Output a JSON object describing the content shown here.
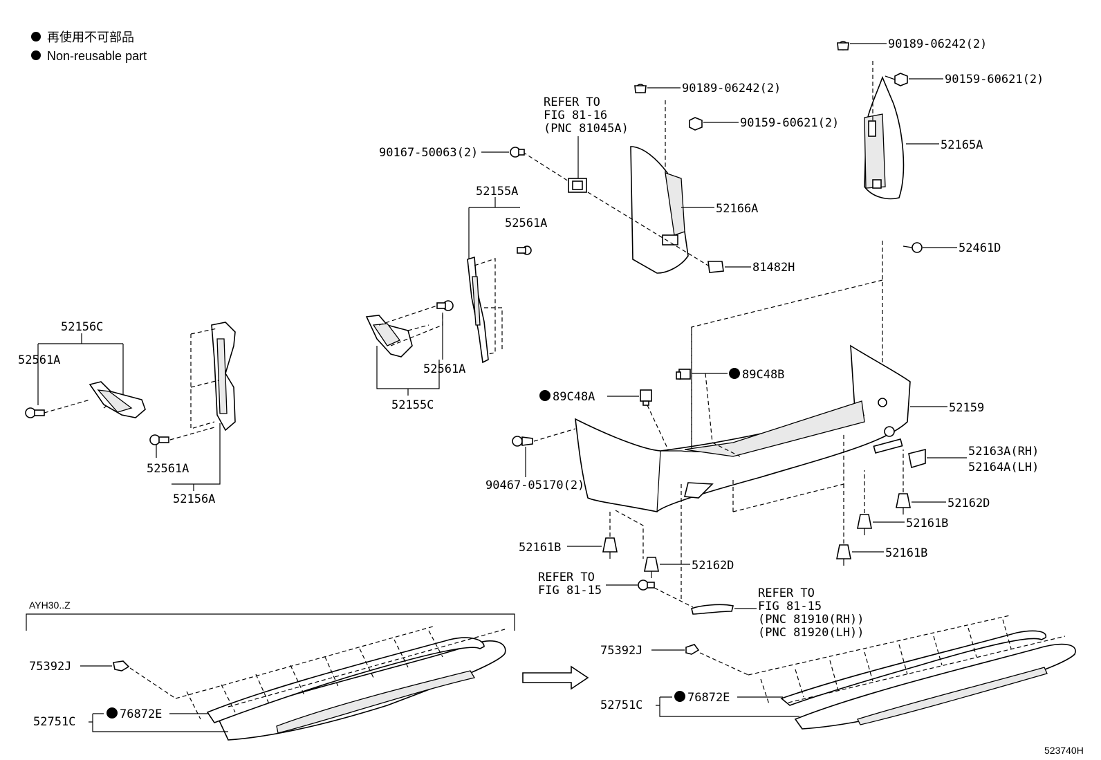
{
  "legend": [
    {
      "text": "再使用不可部品"
    },
    {
      "text": "Non-reusable part"
    }
  ],
  "labels": {
    "p_90189_top": "90189-06242(2)",
    "p_90159_top": "90159-60621(2)",
    "p_52165A": "52165A",
    "p_90189_mid": "90189-06242(2)",
    "p_90159_mid": "90159-60621(2)",
    "p_refer1_l1": "REFER TO",
    "p_refer1_l2": "FIG 81-16",
    "p_refer1_l3": "(PNC 81045A)",
    "p_90167": "90167-50063(2)",
    "p_52166A": "52166A",
    "p_52461D": "52461D",
    "p_81482H": "81482H",
    "p_52155A": "52155A",
    "p_52561A_a": "52561A",
    "p_52561A_b": "52561A",
    "p_52155C": "52155C",
    "p_52156C": "52156C",
    "p_52561A_c": "52561A",
    "p_52561A_d": "52561A",
    "p_52156A": "52156A",
    "p_89C48B": "89C48B",
    "p_89C48A": "89C48A",
    "p_52159": "52159",
    "p_90467": "90467-05170(2)",
    "p_52163A": "52163A(RH)",
    "p_52164A": "52164A(LH)",
    "p_52162D_r": "52162D",
    "p_52161B_r1": "52161B",
    "p_52161B_l": "52161B",
    "p_52162D_c": "52162D",
    "p_52161B_r2": "52161B",
    "p_refer2_l1": "REFER TO",
    "p_refer2_l2": "FIG 81-15",
    "p_refer3_l1": "REFER TO",
    "p_refer3_l2": "FIG 81-15",
    "p_refer3_l3": "(PNC 81910(RH))",
    "p_refer3_l4": "(PNC 81920(LH))",
    "p_ayh30": "AYH30..Z",
    "p_75392J_l": "75392J",
    "p_52751C_l": "52751C",
    "p_76872E_l": "76872E",
    "p_75392J_r": "75392J",
    "p_52751C_r": "52751C",
    "p_76872E_r": "76872E",
    "p_figno": "523740H"
  }
}
